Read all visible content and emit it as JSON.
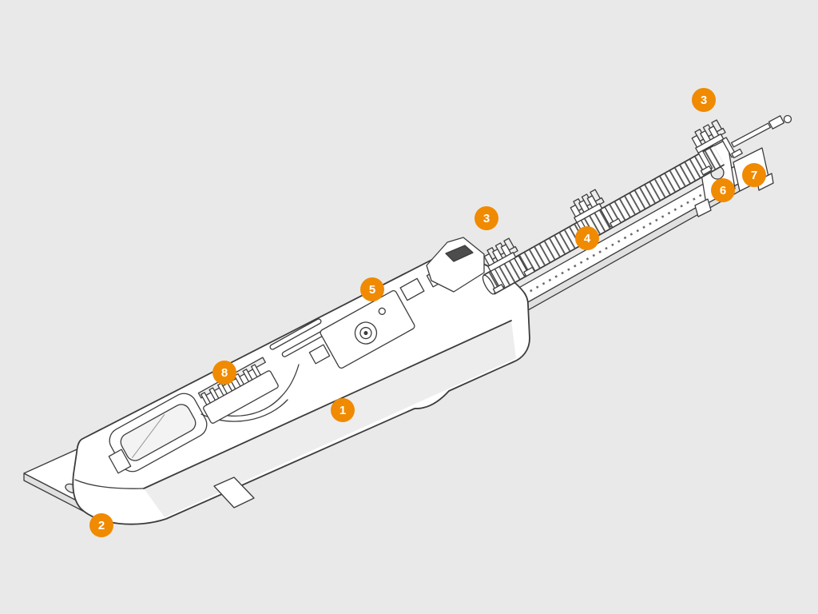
{
  "colors": {
    "background": "#e9e9e9",
    "accent": "#f08a00",
    "line": "#3c3c3c",
    "fill": "#ffffff",
    "shade": "#ededed",
    "badge_text": "#ffffff"
  },
  "callouts": [
    {
      "label": "1"
    },
    {
      "label": "2"
    },
    {
      "label": "3"
    },
    {
      "label": "3"
    },
    {
      "label": "4"
    },
    {
      "label": "5"
    },
    {
      "label": "6"
    },
    {
      "label": "7"
    },
    {
      "label": "8"
    }
  ]
}
